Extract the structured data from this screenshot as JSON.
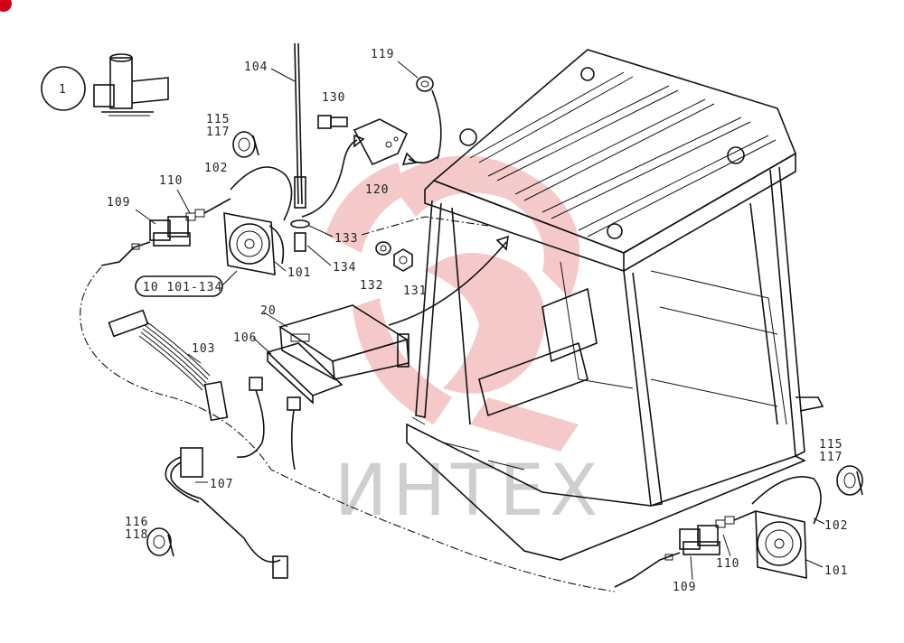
{
  "labels": {
    "l1": "1",
    "l104": "104",
    "l119": "119",
    "l130": "130",
    "l115a": "115",
    "l117a": "117",
    "l102a": "102",
    "l110a": "110",
    "l109a": "109",
    "l120": "120",
    "l133": "133",
    "l134": "134",
    "l101a": "101",
    "l132": "132",
    "l131": "131",
    "l20": "20",
    "l106": "106",
    "l103": "103",
    "l107": "107",
    "l116": "116",
    "l118": "118",
    "l115b": "115",
    "l117b": "117",
    "l102b": "102",
    "l101b": "101",
    "l110b": "110",
    "l109b": "109",
    "ref": "10 101-134"
  },
  "watermark": "ИНТЕХ",
  "colors": {
    "watermark": "#f2b8b8",
    "line": "#111111",
    "badge": "#d0021b"
  }
}
